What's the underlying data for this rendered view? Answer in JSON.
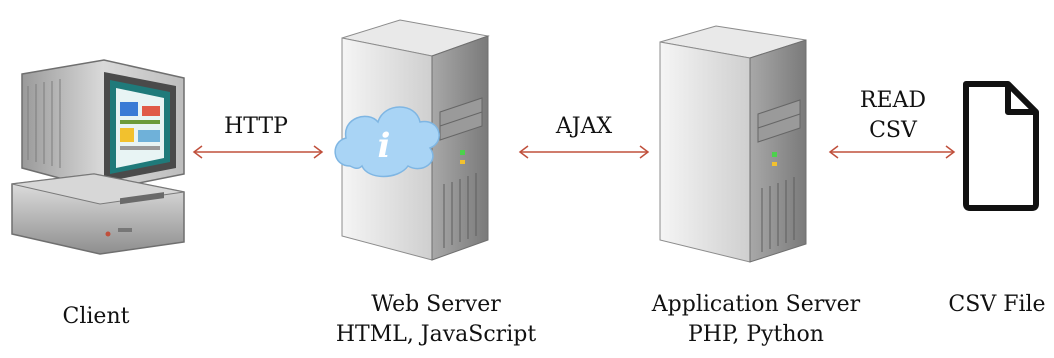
{
  "nodes": {
    "client": {
      "label": "Client",
      "icon": "desktop-computer-icon"
    },
    "web_server": {
      "label_line1": "Web Server",
      "label_line2": "HTML, JavaScript",
      "icon": "server-tower-with-info-cloud-icon"
    },
    "app_server": {
      "label_line1": "Application Server",
      "label_line2": "PHP, Python",
      "icon": "server-tower-icon"
    },
    "csv_file": {
      "label": "CSV File",
      "icon": "document-file-icon"
    }
  },
  "connections": {
    "http": {
      "label": "HTTP"
    },
    "ajax": {
      "label": "AJAX"
    },
    "read_csv": {
      "label_line1": "READ",
      "label_line2": "CSV"
    }
  },
  "colors": {
    "arrow": "#c0503c",
    "server_light": "#f2f2f2",
    "server_dark": "#8a8a8a",
    "cloud": "#a9d4f5",
    "screen": "#1f7a7a"
  }
}
